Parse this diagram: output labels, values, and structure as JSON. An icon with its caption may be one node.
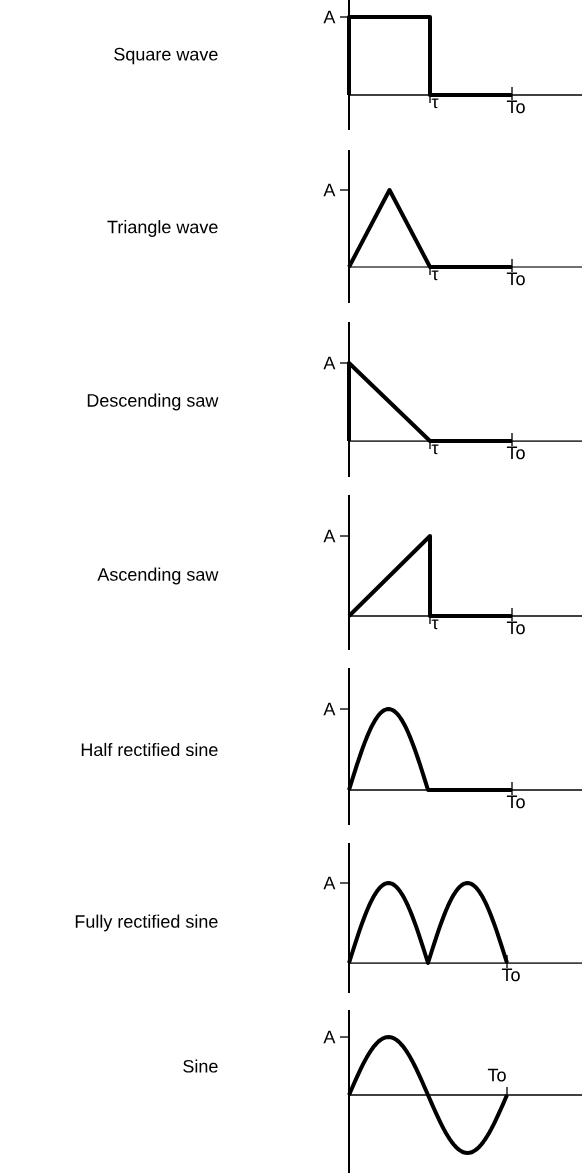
{
  "diagram": {
    "labels": [
      "Square wave",
      "A",
      "τ",
      "To",
      "Triangle wave",
      "A",
      "τ",
      "To",
      "Descending saw",
      "A",
      "τ",
      "To",
      "Ascending saw",
      "A",
      "τ",
      "To",
      "Half rectified sine",
      "A",
      "To",
      "Fully rectified sine",
      "A",
      "To",
      "Sine",
      "A",
      "To"
    ]
  }
}
